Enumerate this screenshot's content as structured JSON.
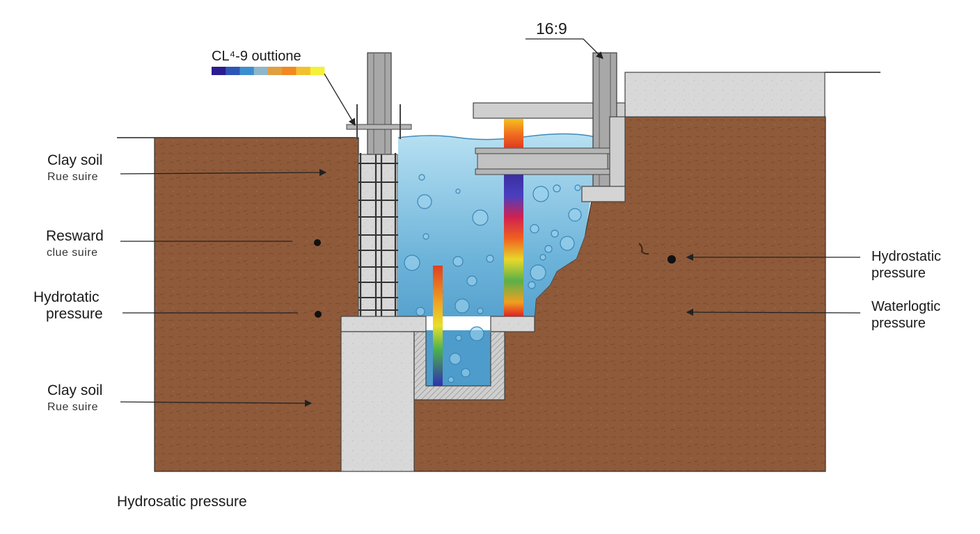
{
  "legend": {
    "title": "CL⁴-9 outtione",
    "scale_colors": [
      "#2b1c8f",
      "#2e56b8",
      "#3c8fcf",
      "#8fb7c9",
      "#e0a040",
      "#f08a20",
      "#f2c12e",
      "#f5f03a"
    ]
  },
  "ratio_label": "16:9",
  "left_labels": [
    {
      "main": "Clay soil",
      "sub": "Rue suire"
    },
    {
      "main": "Resward",
      "sub": "clue suire"
    },
    {
      "main": "Hydrotatic",
      "sub": "pressure"
    },
    {
      "main": "Clay soil",
      "sub": "Rue suire"
    }
  ],
  "right_labels": [
    {
      "line1": "Hydrostatic",
      "line2": "pressure"
    },
    {
      "line1": "Waterlogtic",
      "line2": "pressure"
    }
  ],
  "footer_caption": "Hydrosatic pressure",
  "colors": {
    "soil": "#8f5a3a",
    "soil_dark": "#7a4a2e",
    "concrete": "#d6d6d6",
    "water_top": "#a9d8ee",
    "water_bottom": "#3d8fc2",
    "steel": "#9a9a9a"
  }
}
